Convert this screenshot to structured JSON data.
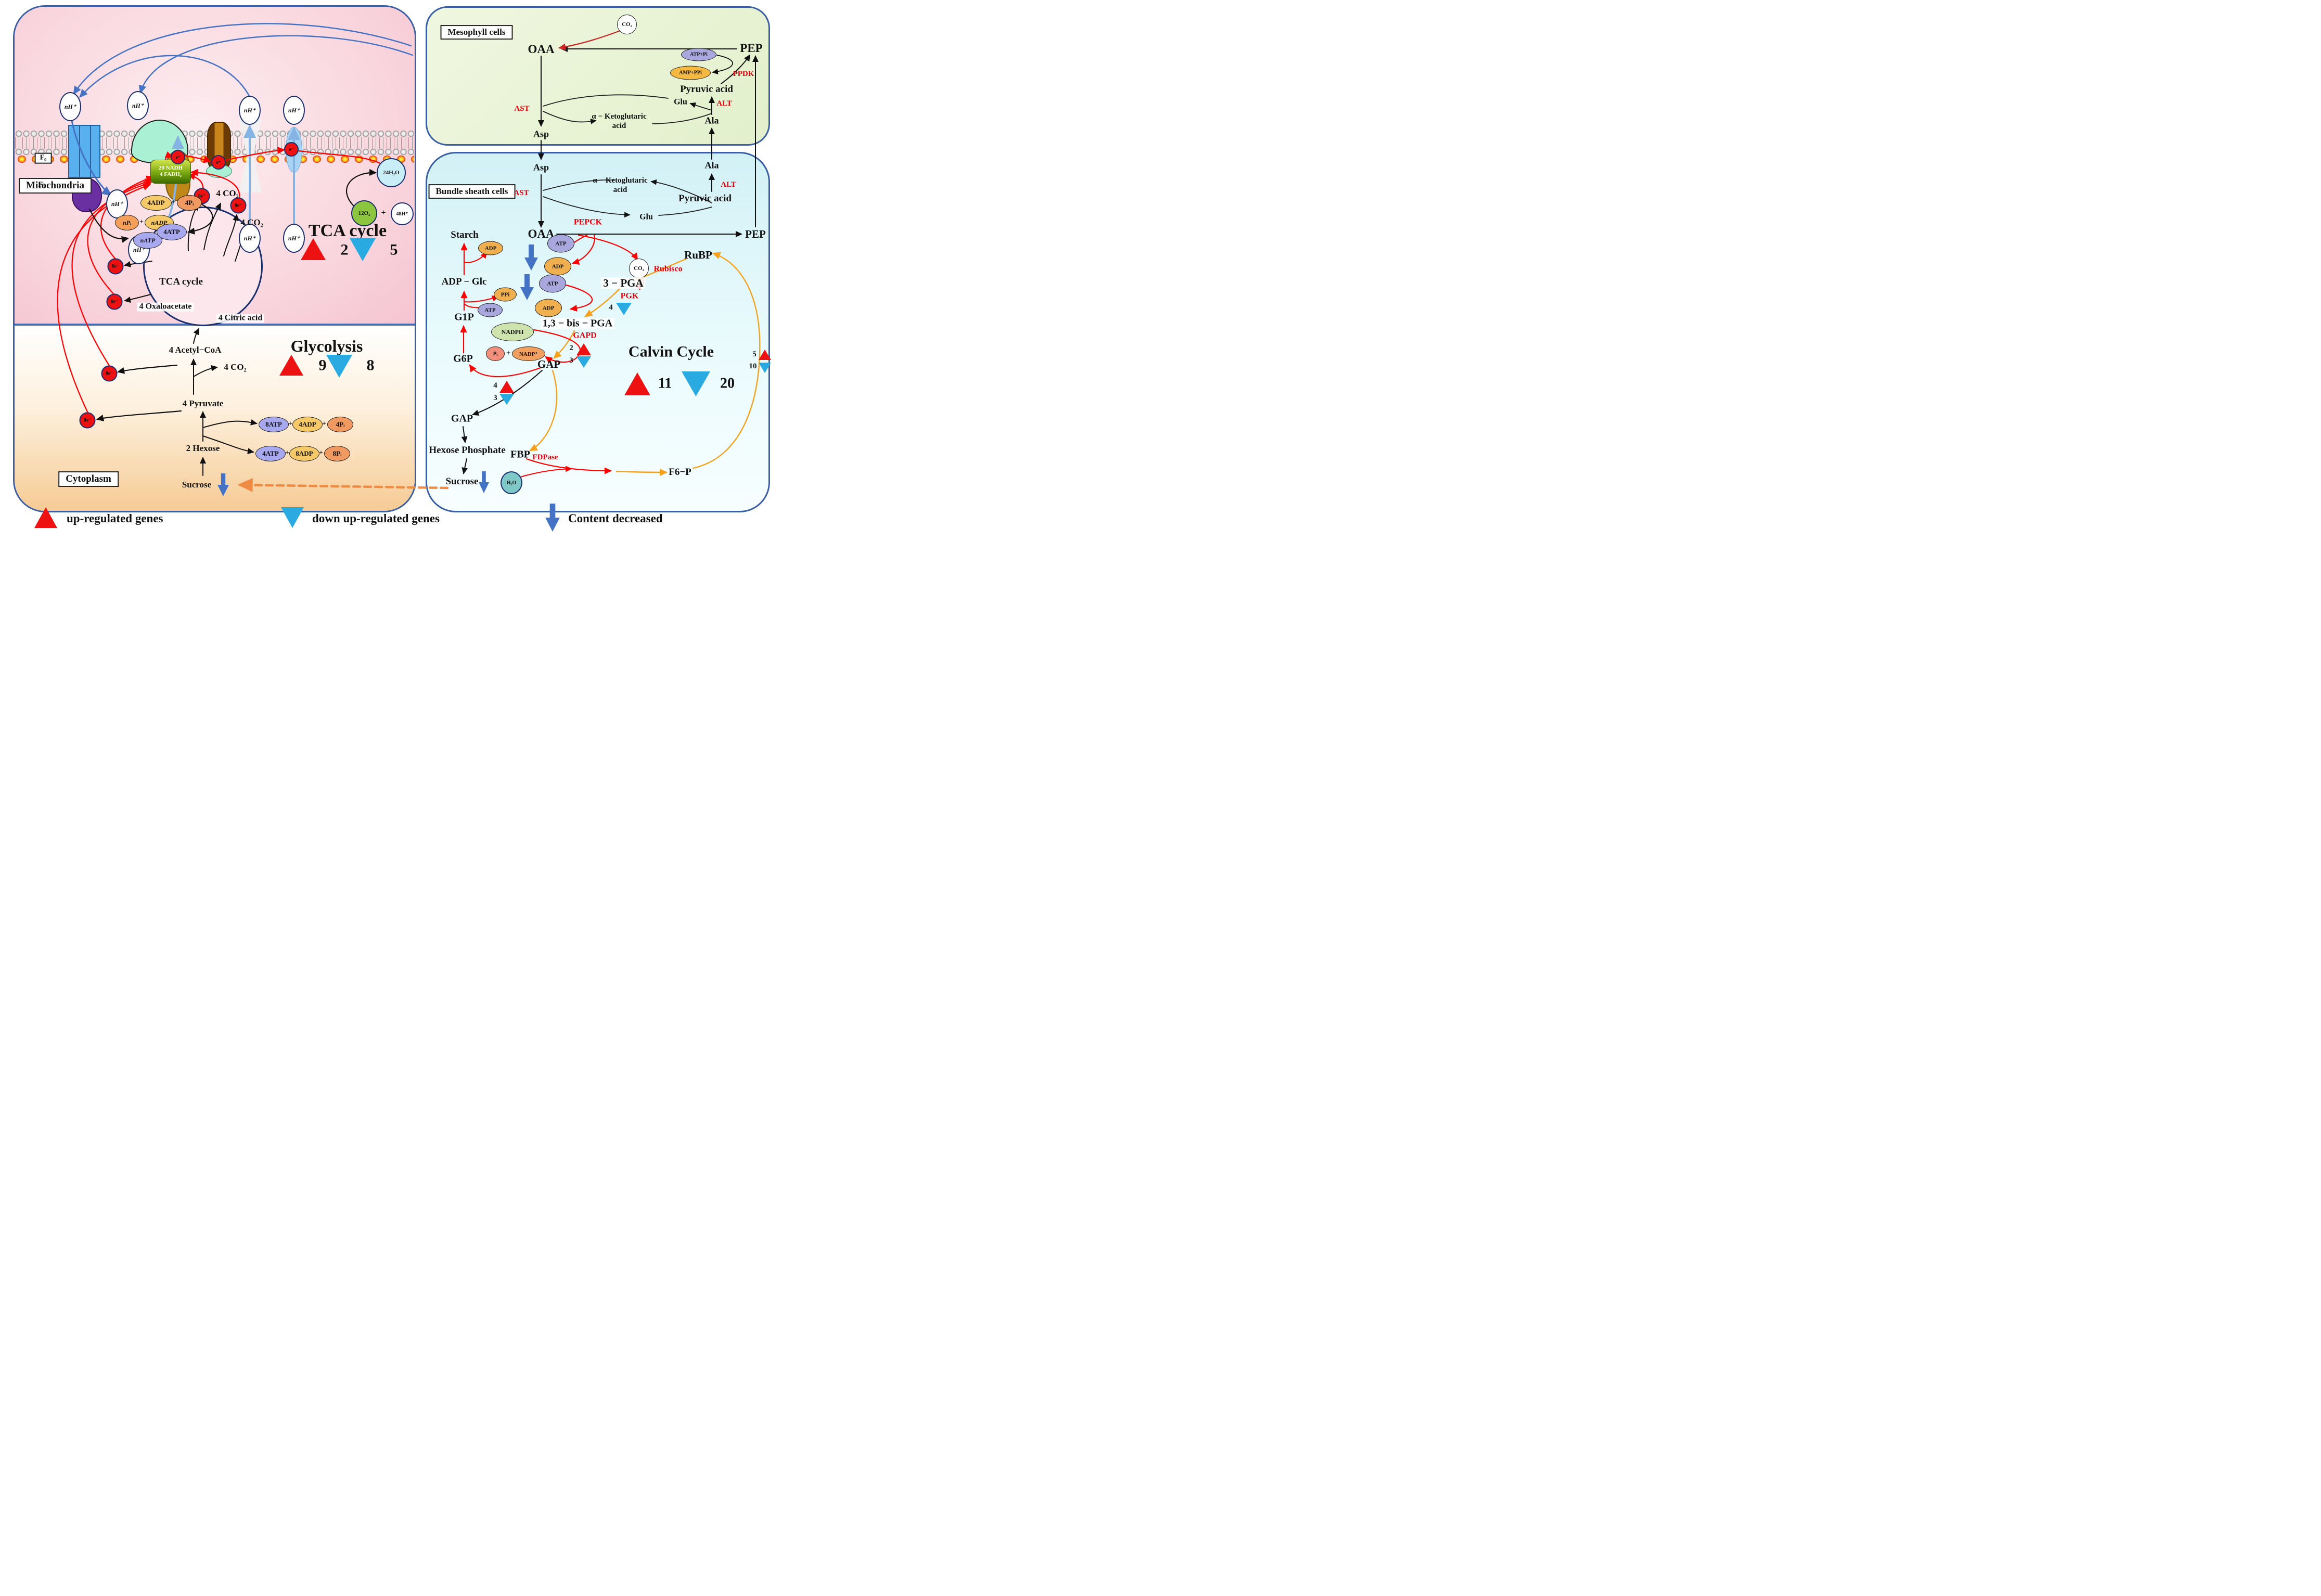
{
  "misc": {
    "plus": "+"
  },
  "legend": {
    "up_label": "up-regulated genes",
    "down_label": "down up-regulated genes",
    "content_label": "Content decreased"
  },
  "mito": {
    "panel_label": "Mitochondria",
    "f0": "F₀",
    "f1": "F₁",
    "nh": "nH⁺",
    "e": "e⁻",
    "e8": "8e⁻",
    "npi": "nPᵢ",
    "nadp": "nADP",
    "natp": "nATP",
    "h2o": "24H₂O",
    "o2": "12O₂",
    "h48": "48H⁺",
    "nadh": "20 NADH",
    "fadh": "4 FADH₂",
    "co2a": "4 CO₂",
    "co2b": "4 CO₂",
    "adp4": "4ADP",
    "pi4": "4Pᵢ",
    "atp4": "4ATP",
    "tca_circle_label": "TCA cycle",
    "oxaloacetate": "4 Oxaloacetate",
    "citric": "4 Citric acid",
    "heading": "TCA cycle",
    "up_count": "2",
    "down_count": "5"
  },
  "cyto": {
    "panel_label": "Cytoplasm",
    "heading": "Glycolysis",
    "up_count": "9",
    "down_count": "8",
    "acetyl": "4 Acetyl−CoA",
    "co2": "4 CO₂",
    "pyruvate": "4 Pyruvate",
    "hexose": "2 Hexose",
    "sucrose": "Sucrose",
    "atp8": "8ATP",
    "adp4": "4ADP",
    "pi4": "4Pᵢ",
    "atp4": "4ATP",
    "adp8": "8ADP",
    "pi8": "8Pᵢ"
  },
  "meso": {
    "panel_label": "Mesophyll cells",
    "co2": "CO₂",
    "oaa": "OAA",
    "pep": "PEP",
    "atppi": "ATP+Pi",
    "amppi": "AMP+PPi",
    "ppdk": "PPDK",
    "pyruvic": "Pyruvic acid",
    "glu": "Glu",
    "alt": "ALT",
    "ala": "Ala",
    "ast": "AST",
    "akg1": "α − Ketoglutaric",
    "akg2": "acid",
    "asp": "Asp"
  },
  "bs": {
    "panel_label": "Bundle sheath cells",
    "asp": "Asp",
    "ast": "AST",
    "akg1": "α − Ketoglutaric",
    "akg2": "acid",
    "glu": "Glu",
    "alt": "ALT",
    "ala": "Ala",
    "pyruvic": "Pyruvic acid",
    "pep": "PEP",
    "oaa": "OAA",
    "pepck": "PEPCK",
    "atp": "ATP",
    "adp": "ADP",
    "co2": "CO₂",
    "rubp": "RuBP",
    "rubisco": "Rubisco",
    "pga3": "3 − PGA",
    "pgk": "PGK",
    "pgk_down": "4",
    "bispga": "1,3 − bis − PGA",
    "gapd": "GAPD",
    "gapd_up": "2",
    "gapd_down": "3",
    "nadph": "NADPH",
    "pi": "Pᵢ",
    "nadpp": "NADP⁺",
    "gap": "GAP",
    "gap2": "GAP",
    "hexosep": "Hexose Phosphate",
    "sucrose": "Sucrose",
    "starch": "Starch",
    "adpglc": "ADP − Glc",
    "g1p": "G1P",
    "g6p": "G6P",
    "ppi": "PPi",
    "fbp": "FBP",
    "fdpase": "FDPase",
    "f6p": "F6−P",
    "h2o": "H₂O",
    "heading": "Calvin Cycle",
    "up_count": "11",
    "down_count": "20",
    "cycle_up": "5",
    "cycle_down": "10",
    "gapfbp_up": "4",
    "gapfbp_down": "3"
  }
}
